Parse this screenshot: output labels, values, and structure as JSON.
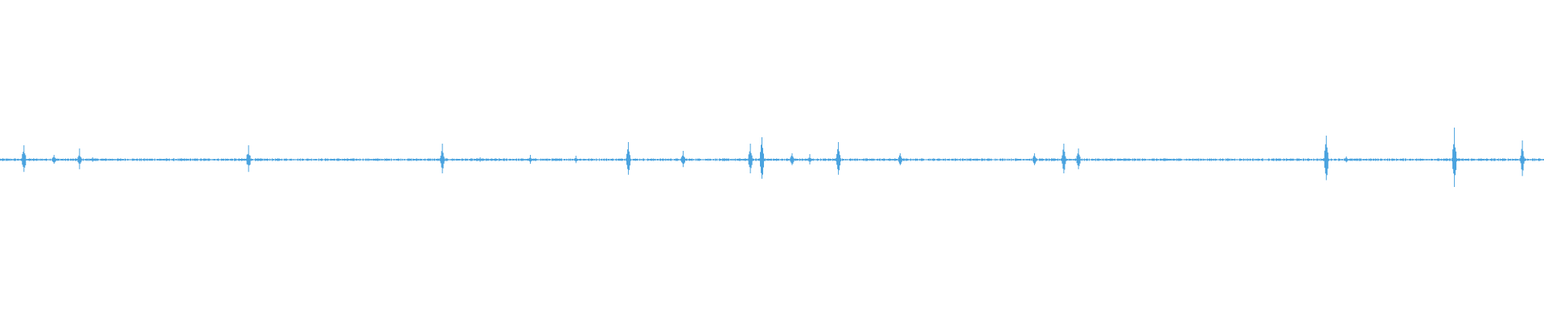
{
  "waveform": {
    "color": "#4aa3df",
    "baseline_noise": 0.008,
    "peaks": [
      {
        "t": 0.0155,
        "amp": 0.09
      },
      {
        "t": 0.035,
        "amp": 0.03
      },
      {
        "t": 0.0515,
        "amp": 0.07
      },
      {
        "t": 0.06,
        "amp": 0.015
      },
      {
        "t": 0.161,
        "amp": 0.09
      },
      {
        "t": 0.2865,
        "amp": 0.1
      },
      {
        "t": 0.311,
        "amp": 0.015
      },
      {
        "t": 0.3435,
        "amp": 0.03
      },
      {
        "t": 0.373,
        "amp": 0.025
      },
      {
        "t": 0.407,
        "amp": 0.11
      },
      {
        "t": 0.4425,
        "amp": 0.055
      },
      {
        "t": 0.486,
        "amp": 0.1
      },
      {
        "t": 0.4935,
        "amp": 0.14
      },
      {
        "t": 0.513,
        "amp": 0.04
      },
      {
        "t": 0.5245,
        "amp": 0.035
      },
      {
        "t": 0.543,
        "amp": 0.11
      },
      {
        "t": 0.583,
        "amp": 0.04
      },
      {
        "t": 0.67,
        "amp": 0.04
      },
      {
        "t": 0.689,
        "amp": 0.1
      },
      {
        "t": 0.6985,
        "amp": 0.07
      },
      {
        "t": 0.859,
        "amp": 0.15
      },
      {
        "t": 0.872,
        "amp": 0.02
      },
      {
        "t": 0.942,
        "amp": 0.2
      },
      {
        "t": 0.986,
        "amp": 0.12
      }
    ]
  }
}
